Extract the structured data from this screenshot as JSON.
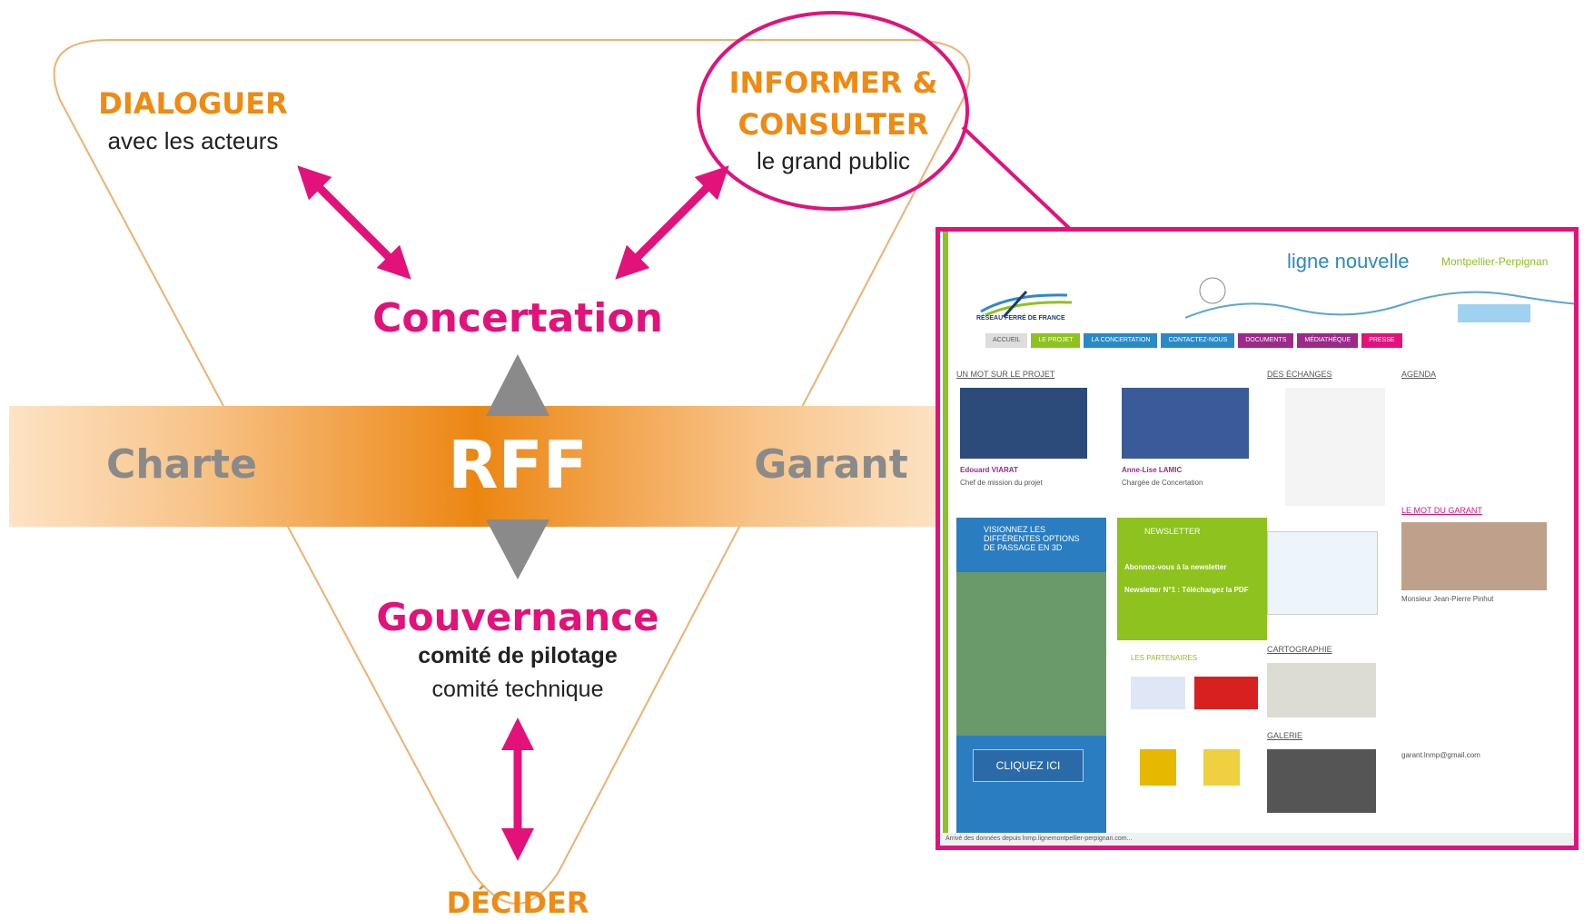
{
  "nodes": {
    "dialoguer": {
      "title": "DIALOGUER",
      "subtitle": "avec les acteurs"
    },
    "informer": {
      "title_line1": "INFORMER &",
      "title_line2": "CONSULTER",
      "subtitle": "le grand public"
    },
    "concertation": "Concertation",
    "rff": "RFF",
    "charte": "Charte",
    "garant": "Garant",
    "gouvernance": {
      "title": "Gouvernance",
      "line1": "comité de pilotage",
      "line2": "comité technique"
    },
    "decider": "DÉCIDER"
  },
  "website": {
    "title": "ligne nouvelle",
    "subtitle": "Montpellier-Perpignan",
    "logo_text": "RÉSEAU FERRÉ DE FRANCE",
    "nav": [
      "ACCUEIL",
      "LE PROJET",
      "LA CONCERTATION",
      "CONTACTEZ-NOUS",
      "DOCUMENTS",
      "MÉDIATHÈQUE",
      "PRESSE"
    ],
    "section_projet": "UN MOT SUR LE PROJET",
    "section_echanges": "DES ÉCHANGES",
    "section_agenda": "AGENDA",
    "section_garant": "LE MOT DU GARANT",
    "section_cartographie": "CARTOGRAPHIE",
    "section_galerie": "GALERIE",
    "person1_name": "Edouard VIARAT",
    "person1_role": "Chef de mission du projet",
    "person2_name": "Anne-Lise LAMIC",
    "person2_role": "Chargée de Concertation",
    "promo_text": "VISIONNEZ LES DIFFÉRENTES OPTIONS DE PASSAGE EN 3D",
    "cta": "CLIQUEZ ICI",
    "newsletter": "NEWSLETTER",
    "newsletter_sub": "Abonnez-vous à la newsletter",
    "newsletter_item": "Newsletter N°1 : Téléchargez la PDF",
    "partners": "LES PARTENAIRES",
    "garant_name": "Monsieur Jean-Pierre Pinhut",
    "garant_email": "garant.lnmp@gmail.com",
    "status_text": "Arrivé des données depuis lnmp.lignemontpellier-perpignan.com..."
  },
  "colors": {
    "orange": "#ef8a12",
    "pink": "#e2127a",
    "grey_arrow": "#8a8a8a",
    "triangle_stroke": "#f0b070"
  }
}
